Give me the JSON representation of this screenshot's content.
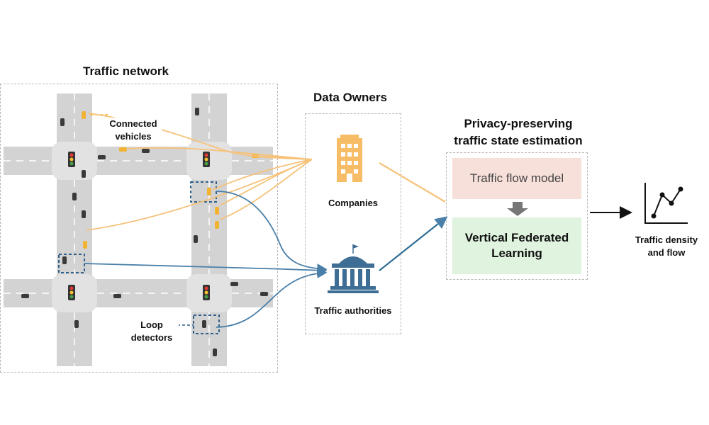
{
  "titles": {
    "traffic_network": "Traffic network",
    "data_owners": "Data Owners",
    "privacy_line1": "Privacy-preserving",
    "privacy_line2": "traffic state estimation"
  },
  "labels": {
    "connected_vehicles_line1": "Connected",
    "connected_vehicles_line2": "vehicles",
    "loop_detectors_line1": "Loop",
    "loop_detectors_line2": "detectors",
    "companies": "Companies",
    "traffic_authorities": "Traffic authorities",
    "output_line1": "Traffic density",
    "output_line2": "and flow"
  },
  "boxes": {
    "traffic_flow_model": "Traffic flow model",
    "vfl_line1": "Vertical Federated",
    "vfl_line2": "Learning"
  },
  "colors": {
    "vehicle_flow": "#f6c27a",
    "detector_flow": "#4a7fa8",
    "flow_model_bg": "#f7e0da",
    "vfl_bg": "#dff3df",
    "road": "#d3d3d3",
    "building_icon": "#f6bd66",
    "authority_icon": "#3e6e95"
  }
}
